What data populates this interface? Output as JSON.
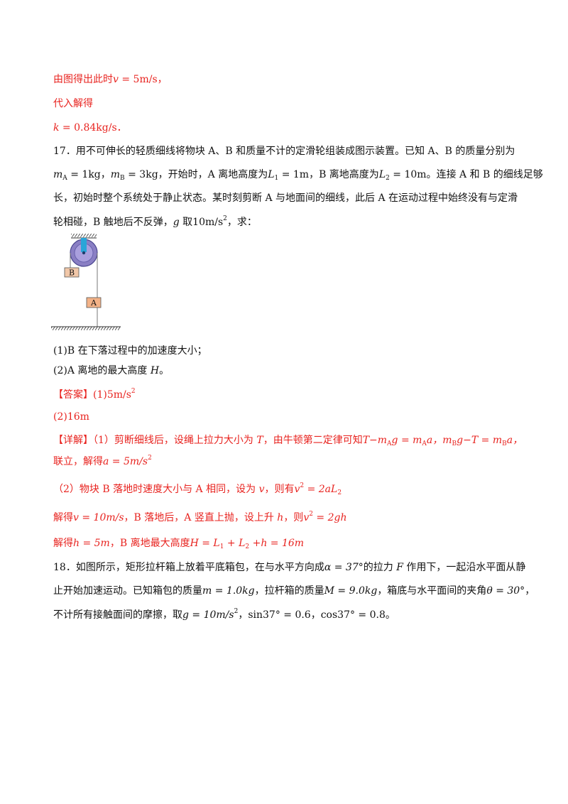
{
  "doc": {
    "l1_pre": "由图得出此时",
    "l1_v": "v",
    "l1_eq": " = 5m/s，",
    "l2": "代入解得",
    "l3_k": "k",
    "l3_eq": " = 0.84kg/s．",
    "q17": {
      "l1": "17．用不可伸长的轻质细线将物块 A、B 和质量不计的定滑轮组装成图示装置。已知 A、B 的质量分别为",
      "l2_ma": "m",
      "l2_a_sub": "A",
      "l2_ma_val": " = 1kg，",
      "l2_mb": "m",
      "l2_b_sub": "B",
      "l2_mb_val": " = 3kg，开始时，A 离地高度为",
      "l2_L": "L",
      "l2_L1_sub": "1",
      "l2_L1_val": " = 1m，B 离地高度为",
      "l2_L2": "L",
      "l2_L2_sub": "2",
      "l2_L2_val": " = 10m。连接 A 和 B 的细线足够",
      "l3": "长，初始时整个系统处于静止状态。某时刻剪断 A 与地面间的细线，此后 A 在运动过程中始终没有与定滑",
      "l4_pre": "轮相碰，B 触地后不反弹，",
      "l4_g": "g",
      "l4_mid": " 取10m/s",
      "l4_exp": "2",
      "l4_post": "，求：",
      "figure": {
        "label_b": "B",
        "label_a": "A"
      },
      "p1": "(1)B 在下落过程中的加速度大小；",
      "p2_pre": "(2)A 离地的最大高度 ",
      "p2_H": "H",
      "p2_post": "。",
      "ans_label": "【答案】",
      "ans1": "(1)5m/s",
      "ans1_exp": "2",
      "ans2": "(2)16m",
      "det_label": "【详解】",
      "det1_a": "（1）剪断细线后，设绳上拉力大小为 ",
      "det1_T": "T",
      "det1_b": "，由牛顿第二定律可知",
      "det1_eq1": "T−m",
      "det1_sub_a1": "A",
      "det1_eq2": "g = m",
      "det1_sub_a2": "A",
      "det1_eq3": "a，m",
      "det1_sub_b1": "B",
      "det1_eq4": "g−T = m",
      "det1_sub_b2": "B",
      "det1_eq5": "a，",
      "det2_pre": "联立，解得",
      "det2_eq": "a = 5m/s",
      "det2_exp": "2",
      "det3_pre": "（2）物块 B 落地时速度大小与 A 相同，设为 ",
      "det3_v": "v",
      "det3_mid": "，则有",
      "det3_eq_a": "v",
      "det3_exp": "2",
      "det3_eq_b": " = 2aL",
      "det3_sub": "2",
      "det4_pre": "解得",
      "det4_eq": "v = 10m/s",
      "det4_mid": "，B 落地后，A 竖直上抛，设上升 ",
      "det4_h": "h",
      "det4_mid2": "，则",
      "det4_eq_a": "v",
      "det4_exp": "2",
      "det4_eq_b": " = 2gh",
      "det5_pre": "解得",
      "det5_eq": "h = 5m",
      "det5_mid": "，B 离地最大高度",
      "det5_eq2": "H = L",
      "det5_sub1": "1",
      "det5_eq3": " + L",
      "det5_sub2": "2",
      "det5_eq4": " +h = 16m"
    },
    "q18": {
      "l1_a": "18．如图所示，矩形拉杆箱上放着平底箱包，在与水平方向成",
      "l1_alpha": "α = 37°",
      "l1_b": "的拉力 ",
      "l1_F": "F",
      "l1_c": " 作用下，一起沿水平面从静",
      "l2_a": "止开始加速运动。已知箱包的质量",
      "l2_m": "m = 1.0kg",
      "l2_b": "，拉杆箱的质量",
      "l2_M": "M = 9.0kg",
      "l2_c": "，箱底与水平面间的夹角",
      "l2_theta": "θ = 30°",
      "l2_d": "，",
      "l3_a": "不计所有接触面间的摩擦，取",
      "l3_g": "g = 10m/s",
      "l3_exp": "2",
      "l3_b": "，sin37° = 0.6，cos37° = 0.8。"
    }
  }
}
